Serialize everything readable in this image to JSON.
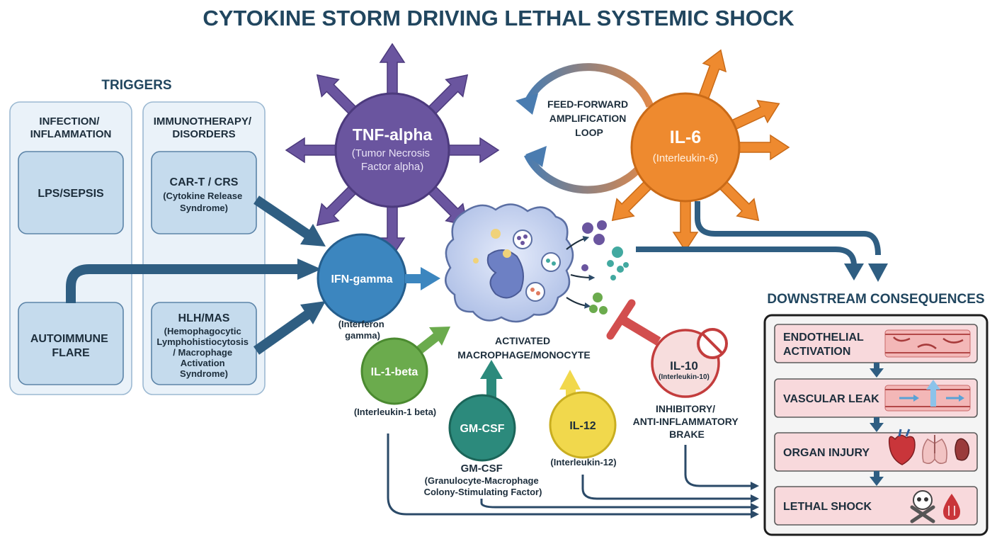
{
  "title": "CYTOKINE STORM DRIVING LETHAL SYSTEMIC SHOCK",
  "triggers": {
    "heading": "TRIGGERS",
    "col1": {
      "heading": [
        "INFECTION/",
        "INFLAMMATION"
      ],
      "items": [
        {
          "label": [
            "LPS/SEPSIS"
          ]
        },
        {
          "label": [
            "AUTOIMMUNE",
            "FLARE"
          ]
        }
      ]
    },
    "col2": {
      "heading": [
        "IMMUNOTHERAPY/",
        "DISORDERS"
      ],
      "items": [
        {
          "label": [
            "CAR-T / CRS"
          ],
          "sub": [
            "(Cytokine Release",
            "Syndrome)"
          ]
        },
        {
          "label": [
            "HLH/MAS"
          ],
          "sub": [
            "(Hemophagocytic",
            "Lymphohistiocytosis",
            "/ Macrophage",
            "Activation",
            "Syndrome)"
          ]
        }
      ]
    }
  },
  "cytokines": {
    "tnf": {
      "name": "TNF-alpha",
      "full": [
        "(Tumor Necrosis",
        "Factor alpha)"
      ],
      "color": "#6a559f"
    },
    "il6": {
      "name": "IL-6",
      "full": [
        "(Interleukin-6)"
      ],
      "color": "#ee8a2f"
    },
    "ifn": {
      "name": "IFN-gamma",
      "full": [
        "(Interferon",
        "gamma)"
      ],
      "color": "#3c86bf"
    },
    "il1b": {
      "name": "IL-1-beta",
      "full": [
        "(Interleukin-1 beta)"
      ],
      "color": "#6bab4d"
    },
    "gmcsf": {
      "name": "GM-CSF",
      "full": [
        "GM-CSF",
        "(Granulocyte-Macrophage",
        "Colony-Stimulating Factor)"
      ],
      "color": "#2c8a7c"
    },
    "il12": {
      "name": "IL-12",
      "full": [
        "(Interleukin-12)"
      ],
      "color": "#f1d84c"
    },
    "il10": {
      "name": "IL-10",
      "inner": "(Interleukin-10)",
      "full": [
        "INHIBITORY/",
        "ANTI-INFLAMMATORY",
        "BRAKE"
      ],
      "color": "#d24e4e"
    }
  },
  "loop_label": [
    "FEED-FORWARD",
    "AMPLIFICATION",
    "LOOP"
  ],
  "macrophage_label": [
    "ACTIVATED",
    "MACROPHAGE/MONOCYTE"
  ],
  "consequences": {
    "heading": "DOWNSTREAM CONSEQUENCES",
    "items": [
      {
        "label": [
          "ENDOTHELIAL",
          "ACTIVATION"
        ],
        "icon": "endothelium-icon"
      },
      {
        "label": [
          "VASCULAR LEAK"
        ],
        "icon": "vessel-leak-icon"
      },
      {
        "label": [
          "ORGAN INJURY"
        ],
        "icon": "organs-icon"
      },
      {
        "label": [
          "LETHAL SHOCK"
        ],
        "icon": "skull-crossbones-icon"
      }
    ]
  }
}
